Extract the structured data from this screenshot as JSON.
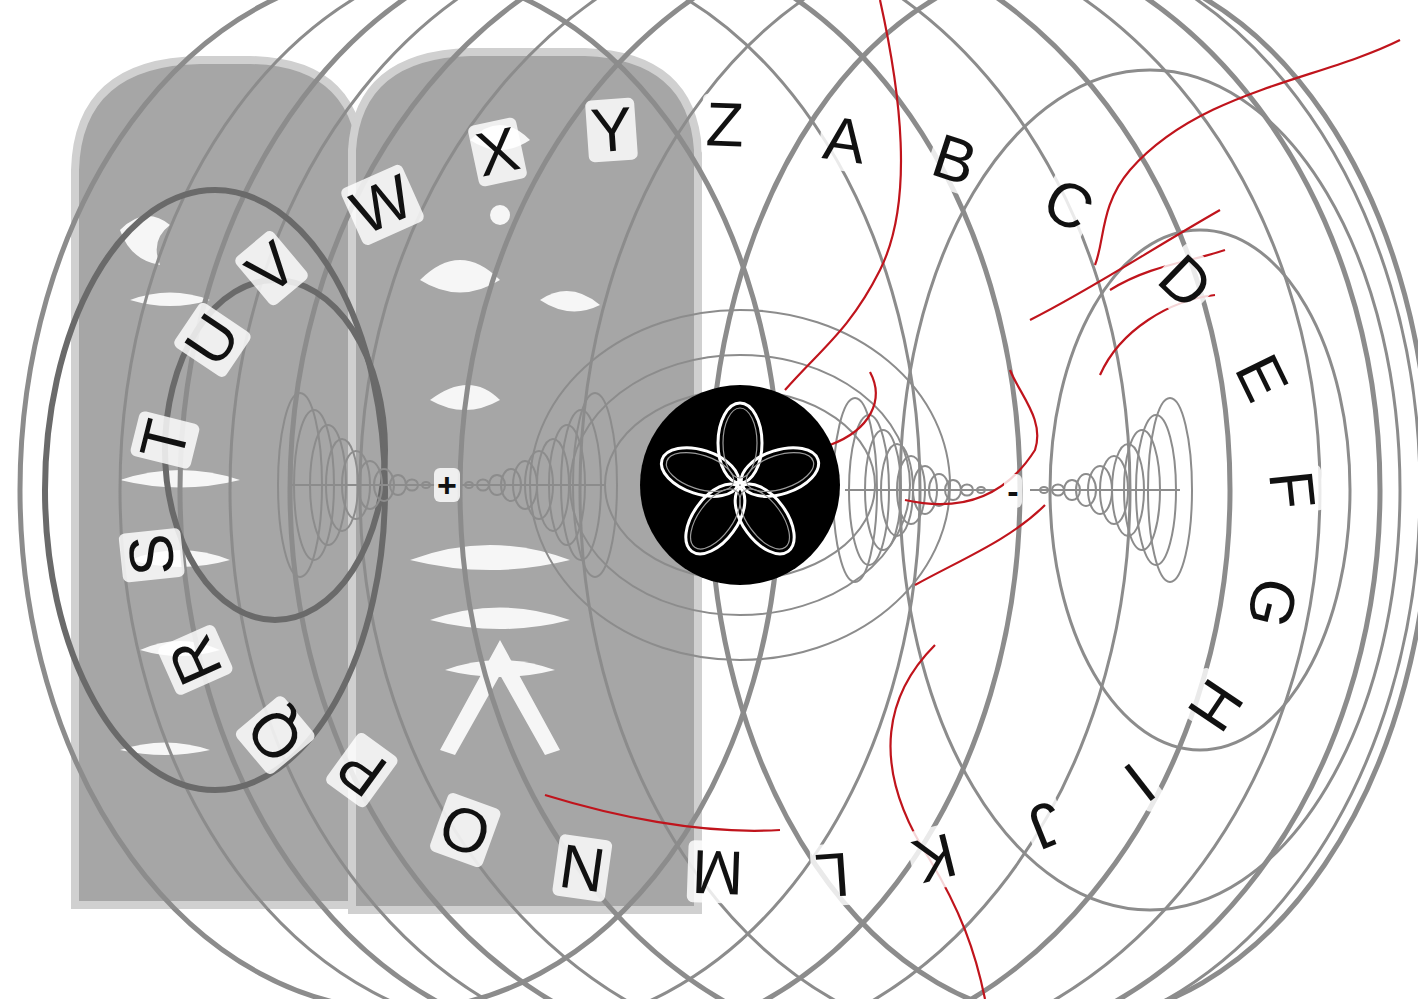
{
  "diagram": {
    "labels": [
      "A",
      "B",
      "C",
      "D",
      "E",
      "F",
      "G",
      "H",
      "I",
      "J",
      "K",
      "L",
      "M",
      "N",
      "O",
      "P",
      "Q",
      "R",
      "S",
      "T",
      "U",
      "V",
      "W",
      "X",
      "Y",
      "Z",
      "+",
      "-"
    ]
  }
}
